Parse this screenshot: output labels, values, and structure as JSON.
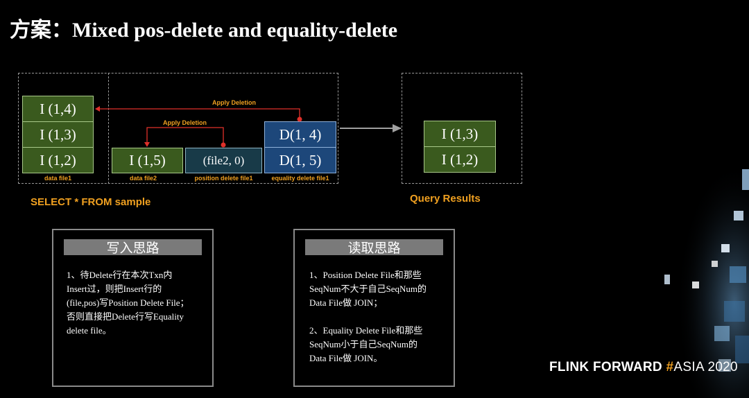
{
  "title": "方案：Mixed pos-delete and equality-delete",
  "data_file1": {
    "cells": [
      "I (1,4)",
      "I (1,3)",
      "I (1,2)"
    ],
    "caption": "data file1"
  },
  "data_file2": {
    "cells": [
      "I (1,5)"
    ],
    "caption": "data file2"
  },
  "position_delete_file1": {
    "cells": [
      "(file2, 0)"
    ],
    "caption": "position delete file1"
  },
  "equality_delete_file1": {
    "cells": [
      "D(1, 4)",
      "D(1, 5)"
    ],
    "caption": "equality delete file1"
  },
  "apply_deletion_top": "Apply Deletion",
  "apply_deletion_mid": "Apply Deletion",
  "query_results": {
    "cells": [
      "I (1,3)",
      "I (1,2)"
    ],
    "label": "Query Results"
  },
  "select_label": "SELECT * FROM sample",
  "write_panel": {
    "header": "写入思路",
    "body": "1、待Delete行在本次Txn内\nInsert过，则把Insert行的\n(file,pos)写Position Delete File；\n否则直接把Delete行写Equality\ndelete file。"
  },
  "read_panel": {
    "header": "读取思路",
    "body": "1、Position Delete File和那些\nSeqNum不大于自己SeqNum的\nData File做 JOIN；\n\n2、Equality Delete File和那些\nSeqNum小于自己SeqNum的\nData File做 JOIN。"
  },
  "brand": {
    "flink": "FLINK",
    "forward": "FORWARD",
    "hash": "#",
    "asia": "ASIA 2020"
  },
  "colors": {
    "accent_orange": "#f0a020",
    "arrow_red": "#e0302a",
    "green_cell": "#3a5a1e",
    "blue_cell": "#1d477a",
    "teal_cell": "#183a48"
  }
}
